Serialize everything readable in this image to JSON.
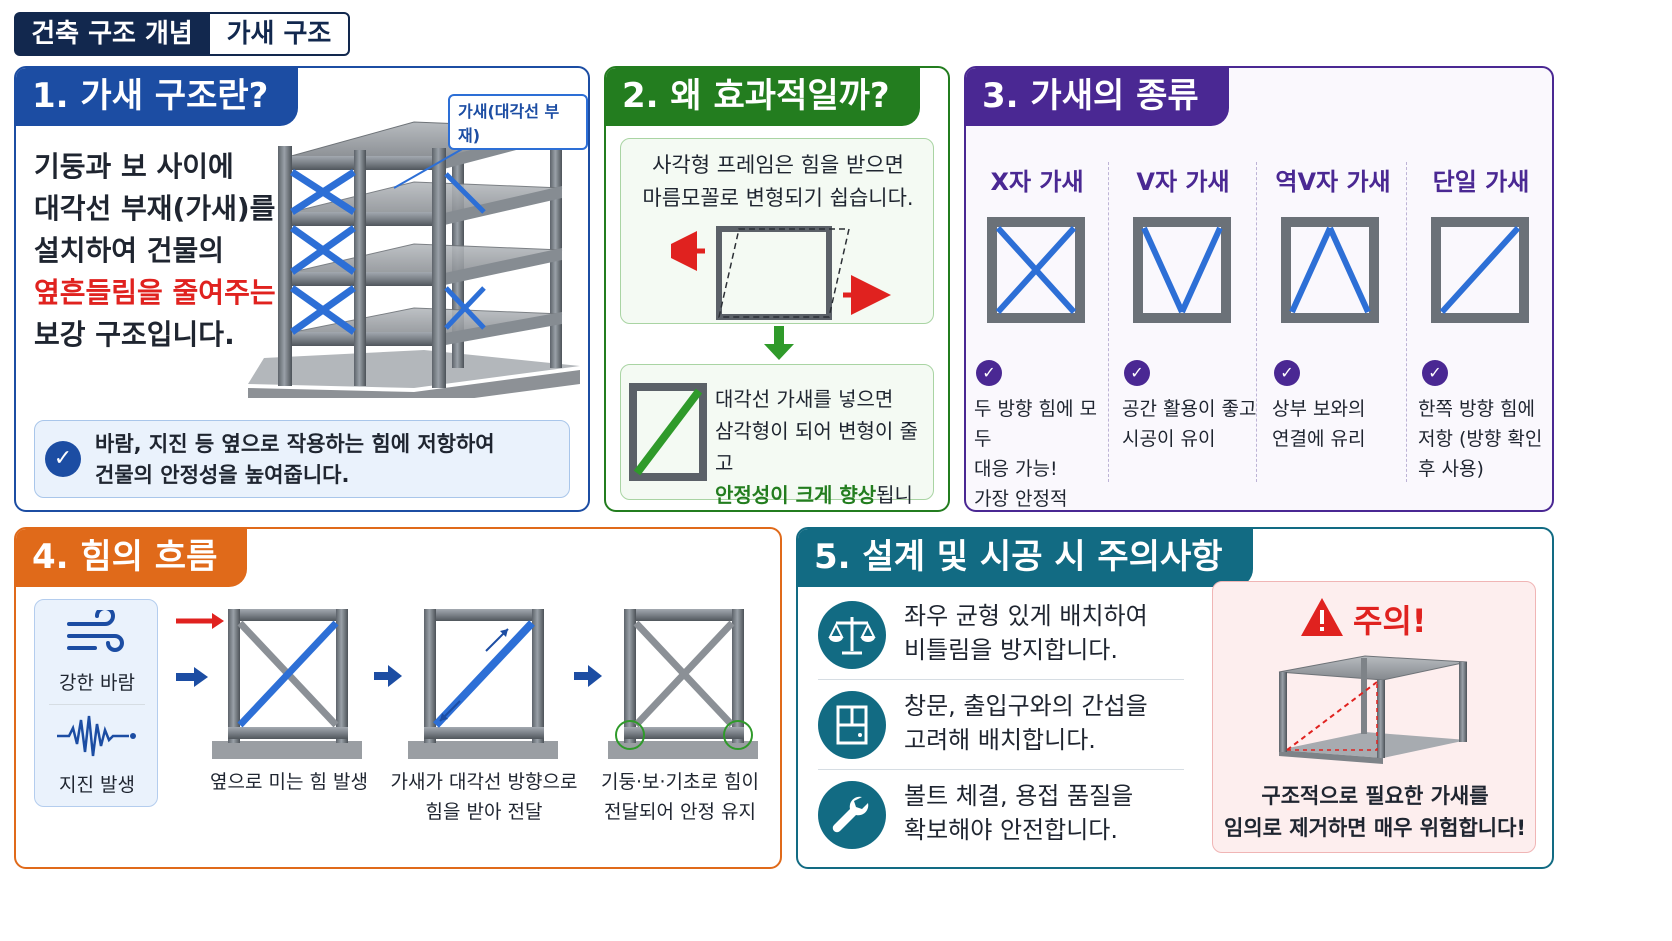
{
  "header": {
    "category": "건축 구조 개념",
    "topic": "가새 구조"
  },
  "colors": {
    "navy": "#12284e",
    "blue": "#1c4da3",
    "green": "#237d1f",
    "purple": "#4a2893",
    "orange": "#e06a1a",
    "teal": "#126b83",
    "brace_blue": "#2d6fd6",
    "red": "#e0221f"
  },
  "section1": {
    "title": "1. 가새 구조란?",
    "callout": "가새(대각선 부재)",
    "lines": [
      "기둥과 보 사이에",
      "대각선 부재(가새)를",
      "설치하여 건물의"
    ],
    "highlight": "옆흔들림을 줄여주는",
    "last_line": "보강 구조입니다.",
    "note_line1": "바람, 지진 등 옆으로 작용하는 힘에 저항하여",
    "note_line2": "건물의 안정성을 높여줍니다.",
    "icons": {
      "check": "check-circle-icon"
    }
  },
  "section2": {
    "title": "2. 왜 효과적일까?",
    "top_line1": "사각형 프레임은 힘을 받으면",
    "top_line2": "마름모꼴로 변형되기 쉽습니다.",
    "bottom_line1": "대각선 가새를 넣으면",
    "bottom_line2": "삼각형이 되어 변형이 줄고",
    "bottom_highlight": "안정성이 크게 향상",
    "bottom_tail": "됩니다!"
  },
  "section3": {
    "title": "3. 가새의 종류",
    "types": [
      {
        "name": "X자 가새",
        "desc": [
          "두 방향 힘에 모두",
          "대응 가능!",
          "가장 안정적"
        ]
      },
      {
        "name": "V자 가새",
        "desc": [
          "공간 활용이 좋고",
          "시공이 유이"
        ]
      },
      {
        "name": "역V자 가새",
        "desc": [
          "상부 보와의",
          "연결에 유리"
        ]
      },
      {
        "name": "단일 가새",
        "desc": [
          "한쪽 방향 힘에",
          "저항 (방향 확인",
          "후 사용)"
        ]
      }
    ]
  },
  "section4": {
    "title": "4. 힘의 흐름",
    "causes": [
      "강한 바람",
      "지진 발생"
    ],
    "steps": [
      {
        "line1": "옆으로 미는 힘 발생",
        "line2": ""
      },
      {
        "line1": "가새가 대각선 방향으로",
        "line2": "힘을 받아 전달"
      },
      {
        "line1": "기둥·보·기초로 힘이",
        "line2": "전달되어 안정 유지"
      }
    ],
    "icons": {
      "wind": "wind-icon",
      "quake": "seismic-wave-icon"
    }
  },
  "section5": {
    "title": "5. 설계 및 시공 시 주의사항",
    "items": [
      {
        "icon": "balance-scale-icon",
        "line1": "좌우 균형 있게 배치하여",
        "line2": "비틀림을 방지합니다."
      },
      {
        "icon": "window-door-icon",
        "line1": "창문, 출입구와의 간섭을",
        "line2": "고려해 배치합니다."
      },
      {
        "icon": "wrench-icon",
        "line1": "볼트 체결, 용접 품질을",
        "line2": "확보해야 안전합니다."
      }
    ],
    "caution_title": "주의!",
    "caution_line1": "구조적으로 필요한 가새를",
    "caution_line2": "임의로 제거하면 매우 위험합니다!"
  }
}
